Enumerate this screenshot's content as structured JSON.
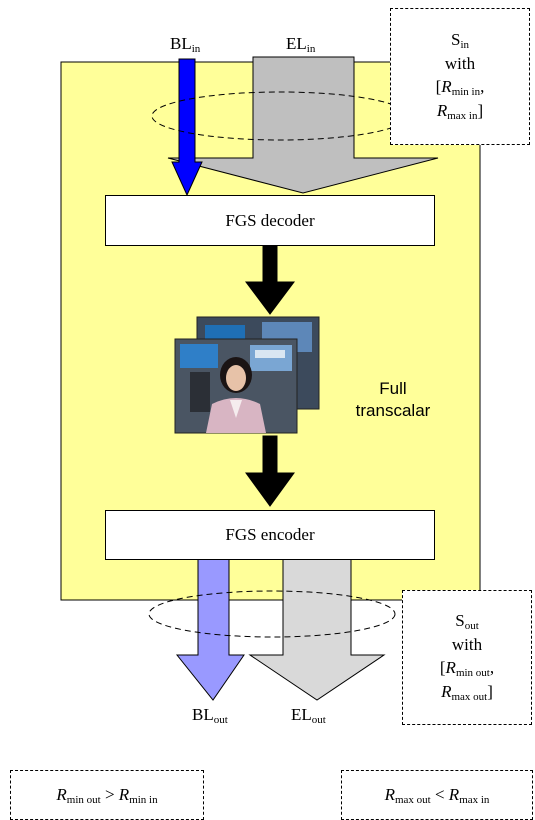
{
  "labels": {
    "bl_in": {
      "main": "BL",
      "sub": "in"
    },
    "el_in": {
      "main": "EL",
      "sub": "in"
    },
    "bl_out": {
      "main": "BL",
      "sub": "out"
    },
    "el_out": {
      "main": "EL",
      "sub": "out"
    }
  },
  "decoder": {
    "label": "FGS decoder"
  },
  "encoder": {
    "label": "FGS encoder"
  },
  "transcalar": {
    "line1": "Full",
    "line2": "transcalar"
  },
  "s_in": {
    "s": "S",
    "s_sub": "in",
    "with": "with",
    "open": "[",
    "r1": "R",
    "r1_sub": "min in",
    "comma": ",",
    "r2": "R",
    "r2_sub": "max in",
    "close": "]"
  },
  "s_out": {
    "s": "S",
    "s_sub": "out",
    "with": "with",
    "open": "[",
    "r1": "R",
    "r1_sub": "min out",
    "comma": ",",
    "r2": "R",
    "r2_sub": "max out",
    "close": "]"
  },
  "cond_left": {
    "a": "R",
    "a_sub": "min out",
    "op": ">",
    "b": "R",
    "b_sub": "min in"
  },
  "cond_right": {
    "a": "R",
    "a_sub": "max out",
    "op": "<",
    "b": "R",
    "b_sub": "max in"
  },
  "colors": {
    "yellow_panel": "#ffff99",
    "bl_in_arrow": "#0000ff",
    "el_in_arrow": "#bfbfbf",
    "bl_out_arrow": "#9999ff",
    "el_out_arrow": "#d9d9d9",
    "black_arrow": "#000000"
  },
  "icons": {
    "video_frames": "news-anchor-video-frames"
  }
}
